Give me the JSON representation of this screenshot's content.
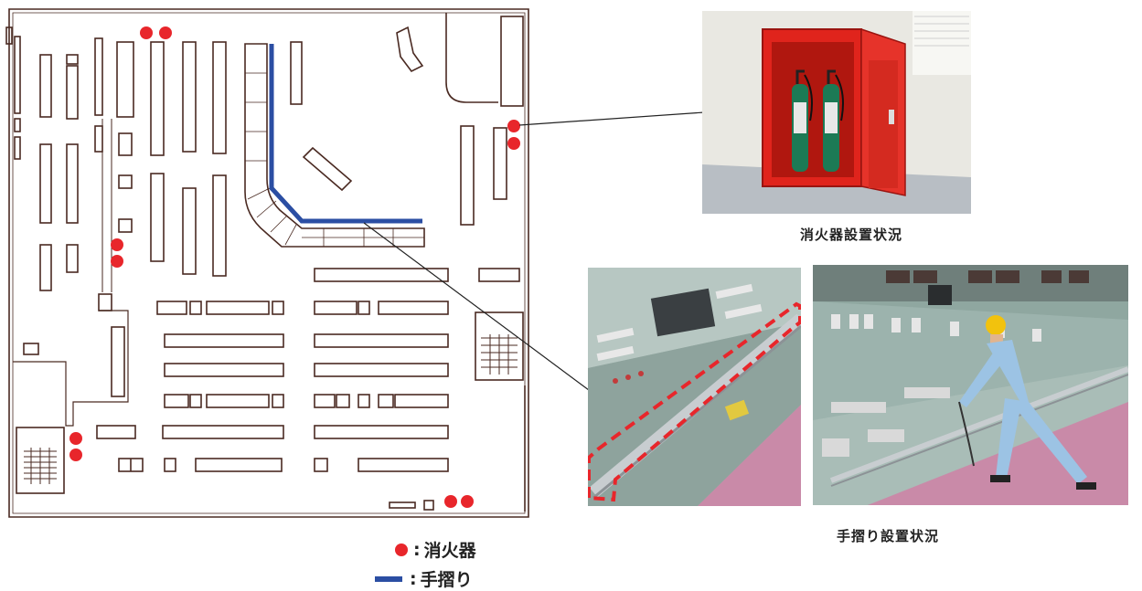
{
  "legend": {
    "extinguisher_symbol_color": "#e8262b",
    "extinguisher_label": "消火器",
    "handrail_symbol_color": "#2b4ea3",
    "handrail_label": "手摺り",
    "separator": ":"
  },
  "captions": {
    "extinguisher_photo": "消火器設置状況",
    "handrail_photo": "手摺り設置状況"
  },
  "colors": {
    "wall": "#4a2a22",
    "cabinet": "#e0241c",
    "panel": "#8fa7a0",
    "floor_pink": "#c98aa8",
    "highlight": "#e8262b",
    "helmet": "#f2c20d",
    "coverall": "#9cc3e4"
  },
  "icons": [
    "fire-extinguisher-marker",
    "handrail-line",
    "leader-line"
  ]
}
